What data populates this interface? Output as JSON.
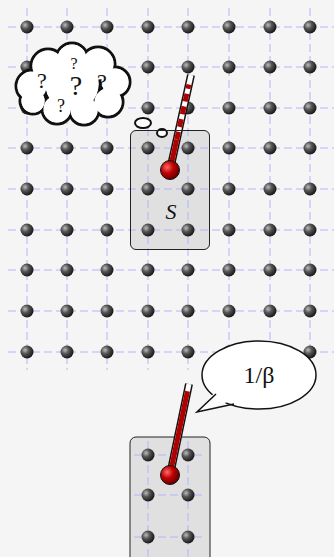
{
  "diagram": {
    "nodes": [
      {
        "text": [
          "?",
          "?",
          "?",
          "?",
          "?"
        ]
      },
      {
        "text": [
          "S"
        ]
      },
      {
        "text": [
          "1/β"
        ]
      }
    ]
  }
}
